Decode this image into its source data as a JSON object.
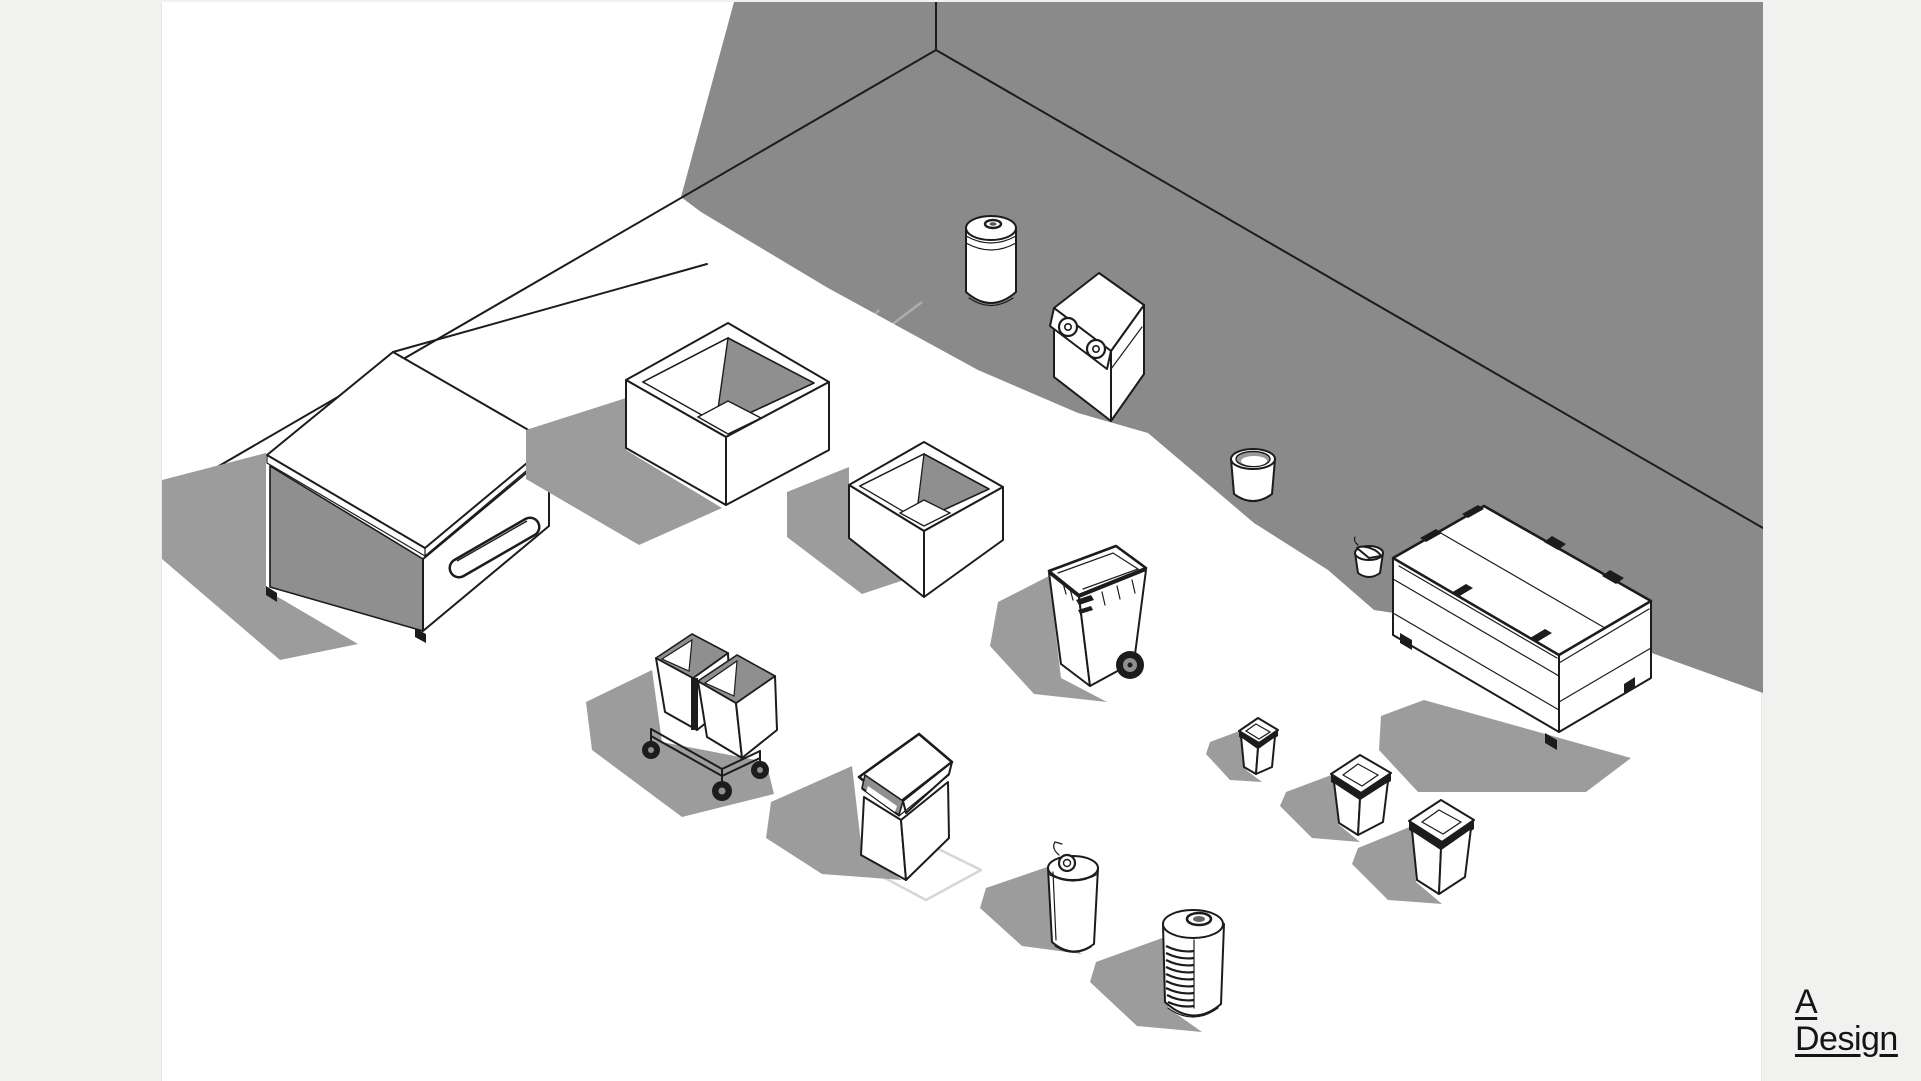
{
  "app": {
    "description": "3D isometric viewport showing a waste-container model collection in a room corner"
  },
  "branding": {
    "link_label": "A Design"
  },
  "colors": {
    "page_margin": "#f1f1f0",
    "canvas_bg": "#ffffff",
    "wall_gray": "#8a8a8a",
    "object_shadow_gray": "#9c9c9c",
    "inner_shade_gray": "#8f8f8f",
    "line_black": "#1c1c1c",
    "faint_shadow": "#d6d6d4",
    "link_color": "#141414"
  },
  "scene": {
    "room": {
      "walls": "two gray walls meeting in a corner",
      "floor": "white with cast wall shadow"
    },
    "objects": [
      {
        "id": "front-load-dumpster",
        "label": "Front-load dumpster with slanted lid and side handle"
      },
      {
        "id": "open-top-container-large",
        "label": "Large open-top rectangular container"
      },
      {
        "id": "open-top-container-small",
        "label": "Small open-top rectangular container"
      },
      {
        "id": "lidded-cylindrical-can",
        "label": "Cylindrical waste can with lid opening"
      },
      {
        "id": "recycling-drop-box",
        "label": "Recycling drop box with two round holes"
      },
      {
        "id": "open-bucket-bin",
        "label": "Open round bucket bin"
      },
      {
        "id": "small-lidded-cup-bin",
        "label": "Small round bin with half-open lid"
      },
      {
        "id": "roll-off-dumpster",
        "label": "Large hinged-lid roll-off dumpster"
      },
      {
        "id": "two-wheel-cart-bin",
        "label": "Two-wheeled wheelie bin with lid"
      },
      {
        "id": "double-bin-cleaning-cart",
        "label": "Double-bin cart on casters"
      },
      {
        "id": "dome-top-receptacle",
        "label": "Square receptacle with dome opening top"
      },
      {
        "id": "swing-top-bin-small",
        "label": "Small swing-top bin"
      },
      {
        "id": "swing-top-bin-medium",
        "label": "Medium swing-top bin"
      },
      {
        "id": "swing-top-bin-large",
        "label": "Large swing-top bin"
      },
      {
        "id": "step-on-can",
        "label": "半-round step-on can with lid lever"
      },
      {
        "id": "slatted-ash-urn",
        "label": "Slatted round ash urn with top hole"
      }
    ]
  }
}
